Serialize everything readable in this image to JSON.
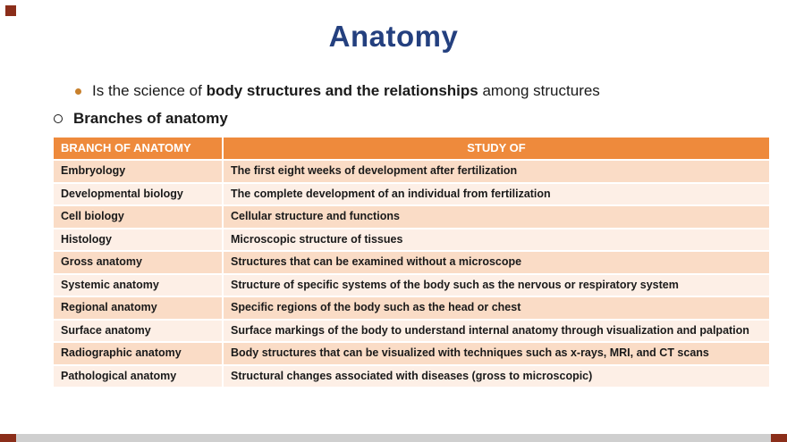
{
  "slide": {
    "title": "Anatomy",
    "bullet1": {
      "prefix": "Is the science of ",
      "bold": "body structures and the relationships",
      "suffix": " among structures"
    },
    "bullet2": "Branches of anatomy"
  },
  "table": {
    "headers": [
      "BRANCH OF ANATOMY",
      "STUDY OF"
    ],
    "rows": [
      [
        "Embryology",
        "The first eight weeks of development after fertilization"
      ],
      [
        "Developmental biology",
        "The complete development of an individual from fertilization"
      ],
      [
        "Cell biology",
        "Cellular structure and functions"
      ],
      [
        "Histology",
        "Microscopic structure of tissues"
      ],
      [
        "Gross anatomy",
        "Structures that can be examined without a microscope"
      ],
      [
        "Systemic anatomy",
        "Structure of specific systems of the body such as the nervous or respiratory system"
      ],
      [
        "Regional anatomy",
        "Specific regions of the body such as the head or chest"
      ],
      [
        "Surface anatomy",
        "Surface markings of the body to understand internal anatomy through visualization and palpation"
      ],
      [
        "Radiographic anatomy",
        "Body structures that can be visualized with techniques such as x-rays, MRI, and CT scans"
      ],
      [
        "Pathological anatomy",
        "Structural changes associated with diseases (gross to microscopic)"
      ]
    ]
  },
  "colors": {
    "title_color": "#24407f",
    "header_bg": "#ee8a3c",
    "header_text": "#ffffff",
    "row_odd": "#fadcc6",
    "row_even": "#fdefe6",
    "accent_red": "#8b2e1a",
    "footer_bar": "#cfcfcf",
    "bullet_dot": "#c8802c",
    "body_text": "#1a1a1a"
  }
}
